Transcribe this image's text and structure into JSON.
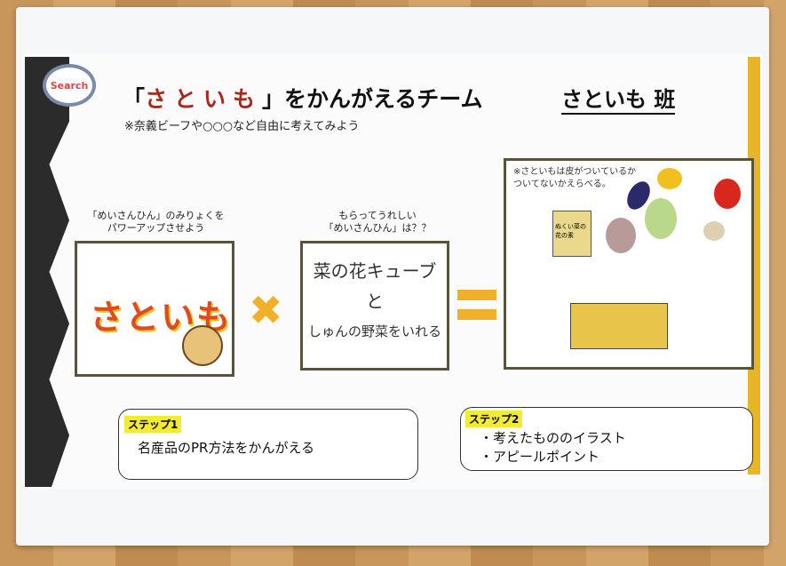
{
  "header": {
    "logo": "Search",
    "title_open": "「",
    "title_name": "さといも",
    "title_rest": "」をかんがえるチーム",
    "subtitle": "※奈義ビーフや○○○など自由に考えてみよう",
    "team": "さといも 班"
  },
  "left": {
    "caption": "「めいさんひん」のみりょくを\nパワーアップさせよう",
    "drawing_text": "さといも"
  },
  "middle": {
    "caption": "もらってうれしい\n「めいさんひん」は？？",
    "line1": "菜の花キューブ",
    "line2": "と",
    "line3": "しゅんの野菜をいれる"
  },
  "right": {
    "note": "※さといもは皮がついているか\nついてないかえらべる。",
    "package_label": "ぬくい菜の花の素"
  },
  "step1": {
    "label": "ステップ1",
    "text": "名産品のPR方法をかんがえる"
  },
  "step2": {
    "label": "ステップ2",
    "items": [
      "・考えたもののイラスト",
      "・アピールポイント"
    ]
  },
  "colors": {
    "accent": "#f0b02a",
    "title_red": "#a8281e",
    "highlight": "#f2ea33"
  }
}
